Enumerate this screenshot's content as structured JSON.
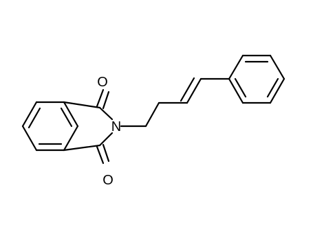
{
  "molecule": {
    "atoms": [
      {
        "symbol": "O",
        "role": "upper-carbonyl-oxygen"
      },
      {
        "symbol": "N",
        "role": "imide-nitrogen"
      },
      {
        "symbol": "O",
        "role": "lower-carbonyl-oxygen"
      }
    ],
    "colors": {
      "bond": "#000000",
      "label": "#000000",
      "background": "#ffffff"
    }
  }
}
